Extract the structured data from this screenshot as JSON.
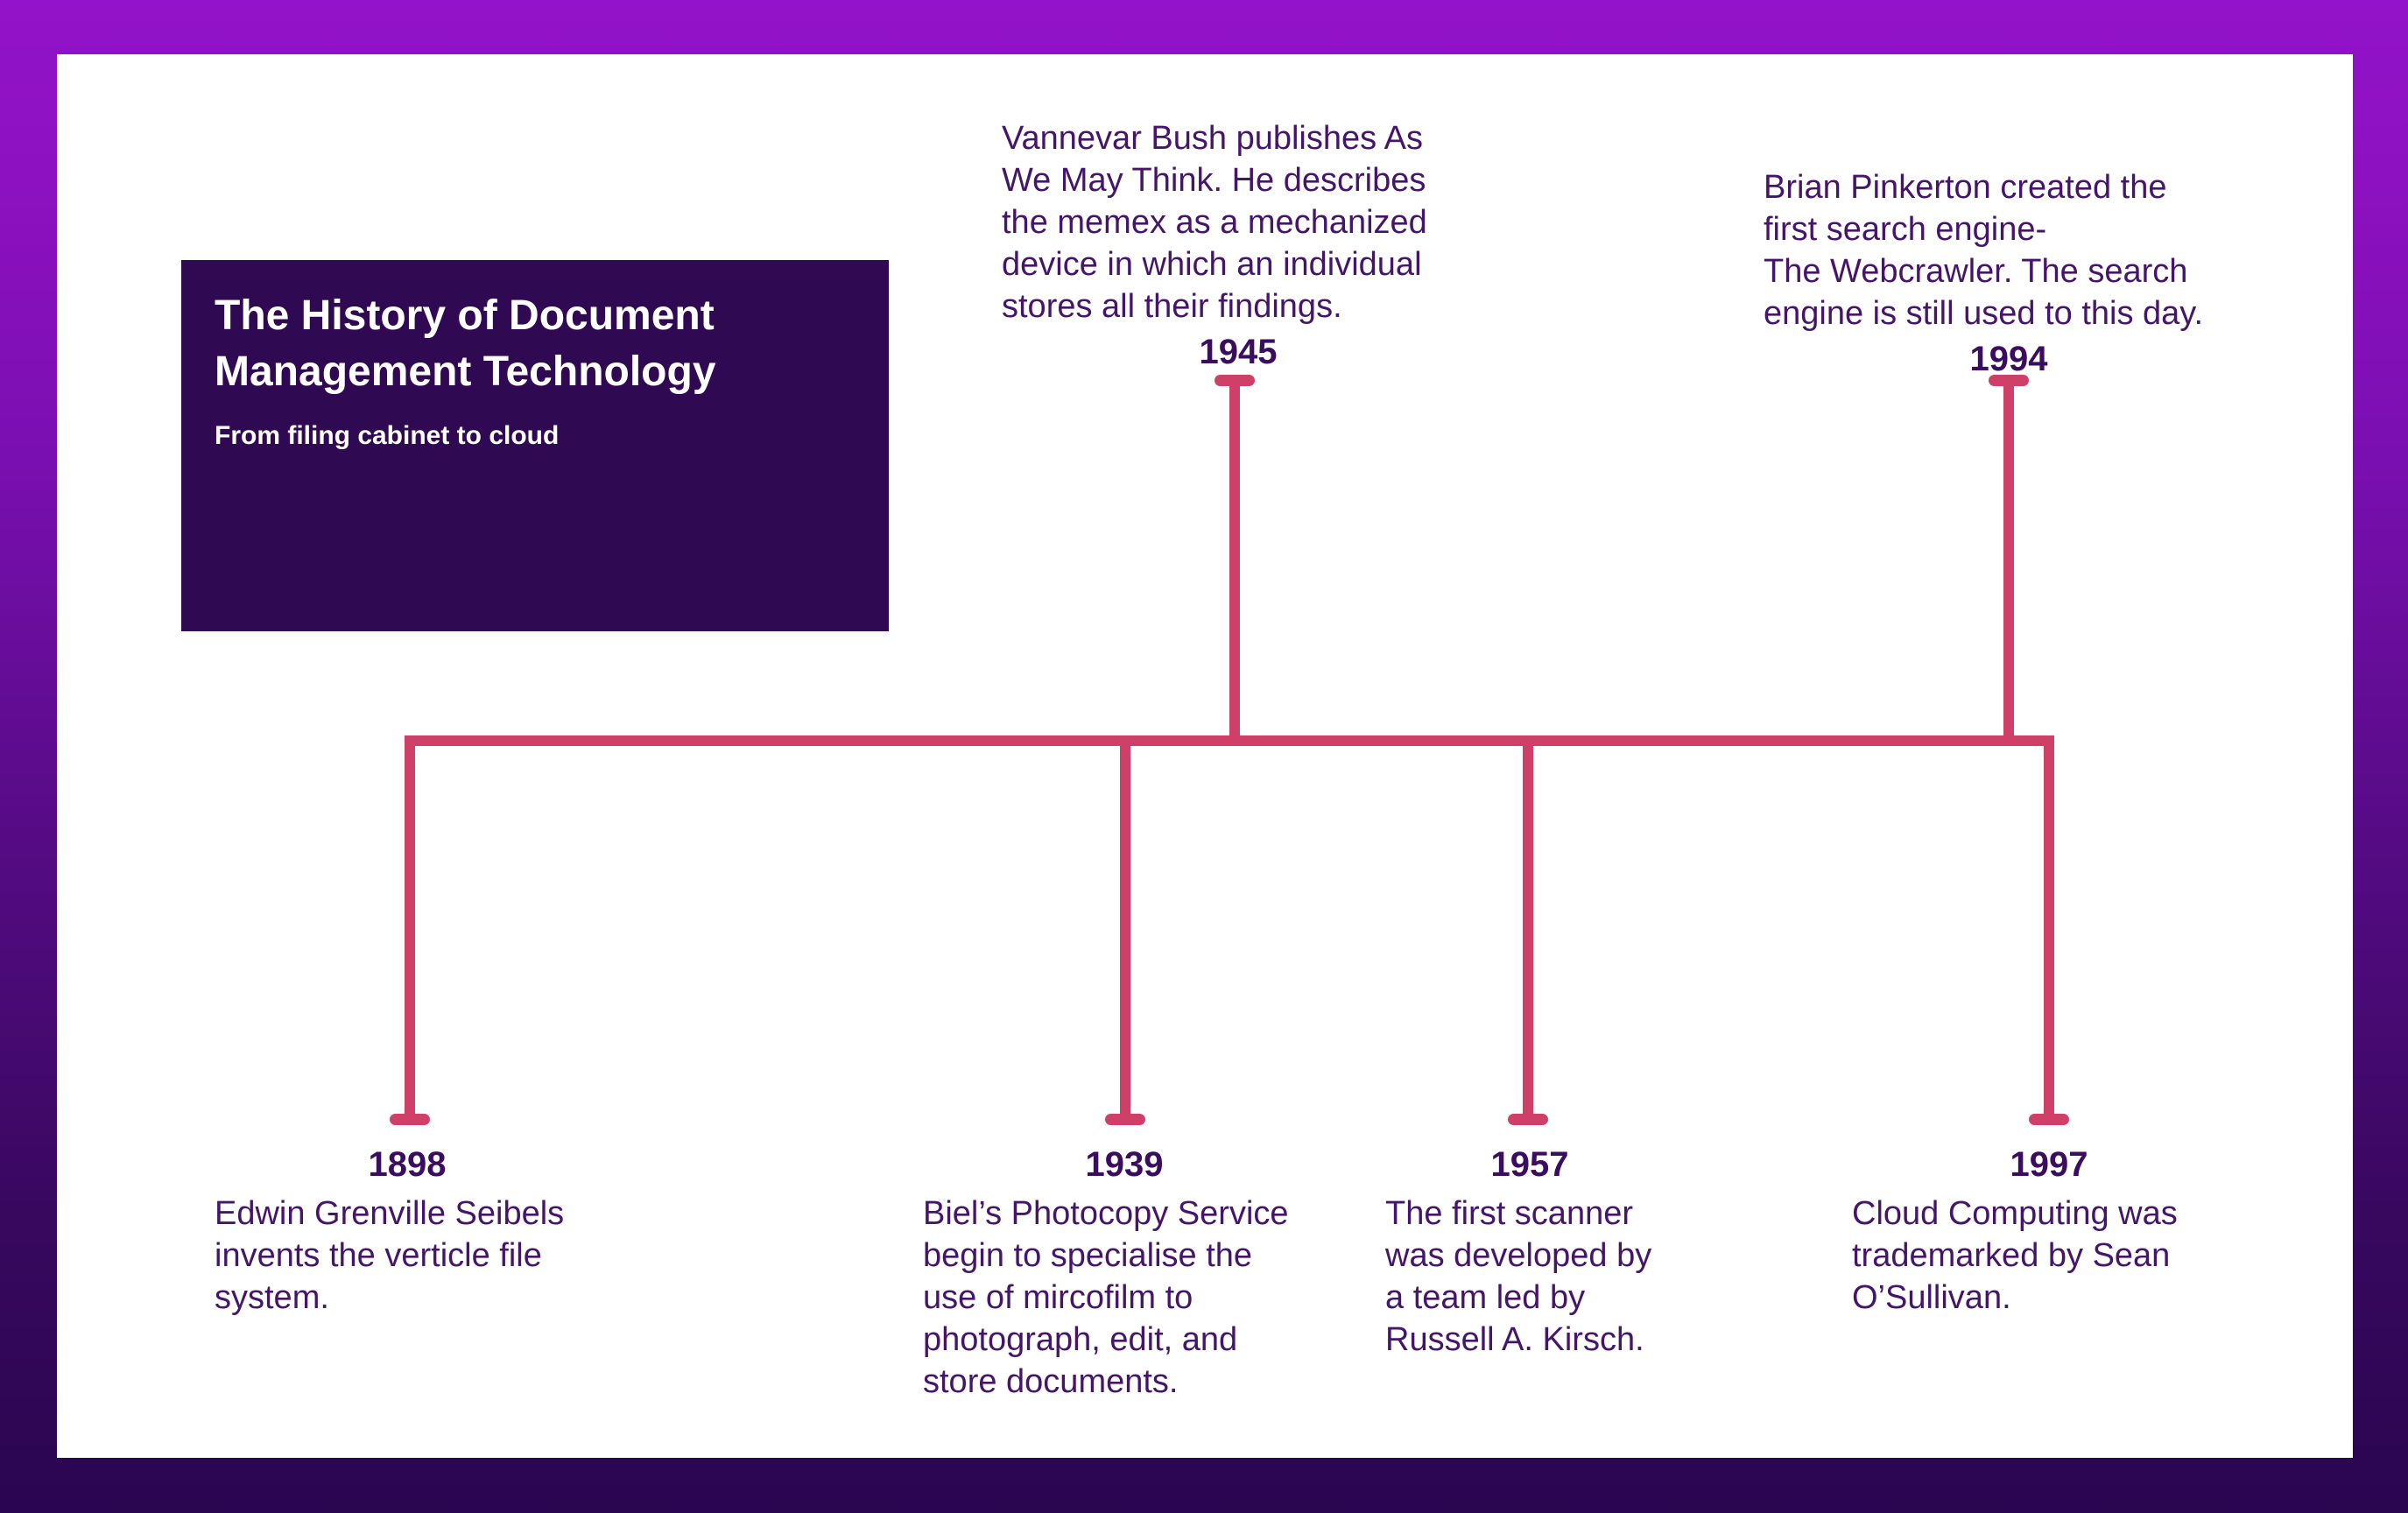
{
  "header": {
    "title": "The History of Document\nManagement Technology",
    "subtitle": "From filing cabinet to cloud"
  },
  "timeline": {
    "events_top": [
      {
        "year": "1945",
        "description": "Vannevar Bush publishes As\nWe May Think. He describes\nthe memex as a mechanized\ndevice in which an individual\nstores all their findings."
      },
      {
        "year": "1994",
        "description": "Brian Pinkerton created the\nfirst search engine-\nThe Webcrawler. The search\nengine is still used to this day."
      }
    ],
    "events_bottom": [
      {
        "year": "1898",
        "description": "Edwin Grenville Seibels\ninvents the verticle file\nsystem."
      },
      {
        "year": "1939",
        "description": "Biel’s Photocopy Service\nbegin to specialise the\nuse of mircofilm to\nphotograph, edit, and\nstore documents."
      },
      {
        "year": "1957",
        "description": "The first scanner\nwas developed by\na team led by\nRussell A. Kirsch."
      },
      {
        "year": "1997",
        "description": "Cloud Computing was\ntrademarked by Sean\nO’Sullivan."
      }
    ]
  },
  "colors": {
    "frame_gradient_top": "#9213c9",
    "frame_gradient_bottom": "#2a0550",
    "canvas_background": "#ffffff",
    "title_box_background": "#2f0951",
    "title_text": "#ffffff",
    "body_text": "#45156a",
    "year_text": "#3a0d60",
    "timeline_line": "#ce4067"
  }
}
